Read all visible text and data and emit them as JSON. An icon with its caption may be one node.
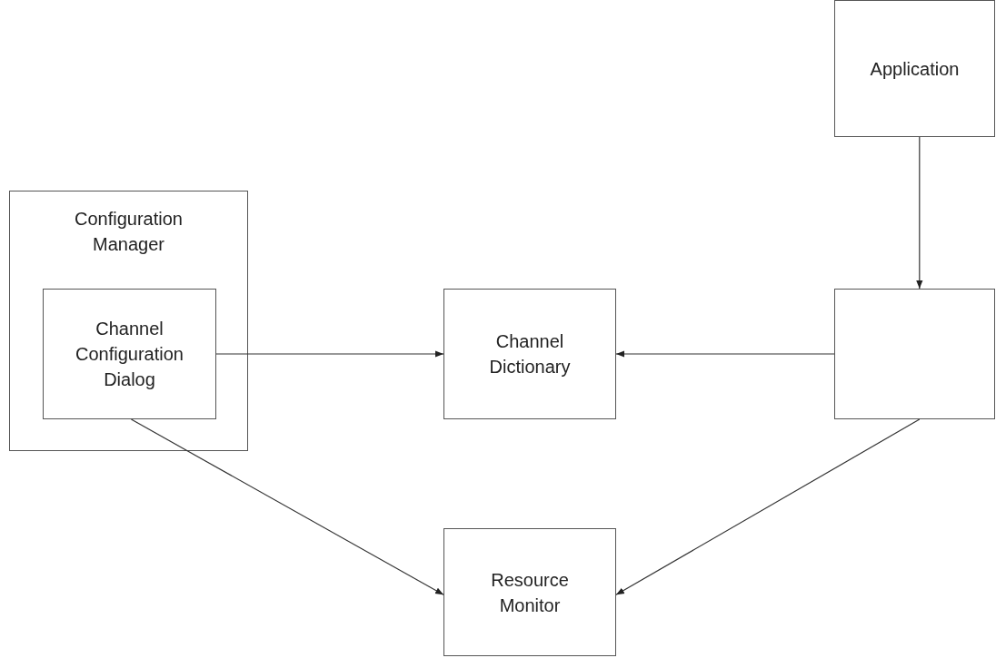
{
  "diagram": {
    "nodes": [
      {
        "text": [
          "Configuration Manager"
        ]
      },
      {
        "text": [
          "Channel Configuration Dialog"
        ],
        "in": 0
      },
      {
        "text": [
          "Channel Dictionary"
        ]
      },
      {
        "text": [
          "Application"
        ]
      },
      {
        "text": [],
        "shape": "box"
      },
      {
        "text": [
          "Resource Monitor"
        ]
      }
    ],
    "edges": [
      {
        "from": 1,
        "to": 2,
        "arrow": "to"
      },
      {
        "from": 4,
        "to": 2,
        "arrow": "to"
      },
      {
        "from": 3,
        "to": 4,
        "arrow": "to"
      },
      {
        "from": 1,
        "to": 5,
        "arrow": "to"
      },
      {
        "from": 4,
        "to": 5,
        "arrow": "to"
      }
    ]
  }
}
